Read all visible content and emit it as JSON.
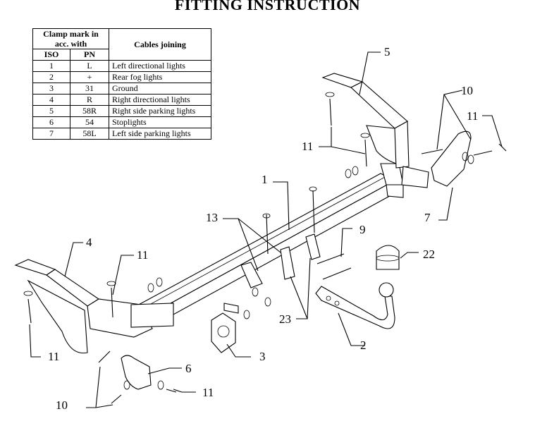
{
  "title": "FITTING INSTRUCTION",
  "legend": {
    "header_clamp": "Clamp mark in acc. with",
    "header_iso": "ISO",
    "header_pn": "PN",
    "header_cables": "Cables joining",
    "rows": [
      {
        "iso": "1",
        "pn": "L",
        "cable": "Left directional lights"
      },
      {
        "iso": "2",
        "pn": "+",
        "cable": "Rear fog lights"
      },
      {
        "iso": "3",
        "pn": "31",
        "cable": "Ground"
      },
      {
        "iso": "4",
        "pn": "R",
        "cable": "Right directional lights"
      },
      {
        "iso": "5",
        "pn": "58R",
        "cable": "Right side parking lights"
      },
      {
        "iso": "6",
        "pn": "54",
        "cable": "Stoplights"
      },
      {
        "iso": "7",
        "pn": "58L",
        "cable": "Left side parking lights"
      }
    ]
  },
  "callouts": {
    "c1": "1",
    "c2": "2",
    "c3": "3",
    "c4": "4",
    "c5": "5",
    "c6": "6",
    "c7": "7",
    "c9": "9",
    "c10_top": "10",
    "c10_bottom": "10",
    "c11_top_right": "11",
    "c11_top_mid": "11",
    "c11_left_upper": "11",
    "c11_left_lower": "11",
    "c11_bottom": "11",
    "c13": "13",
    "c22": "22",
    "c23": "23"
  }
}
